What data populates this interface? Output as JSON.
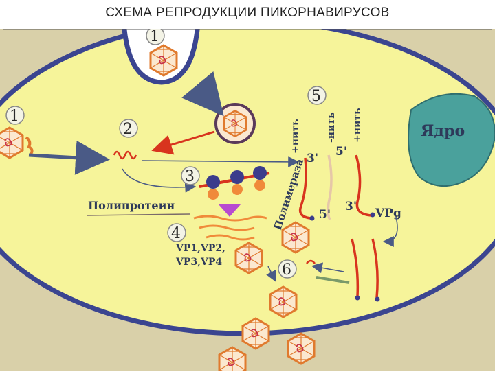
{
  "title": "СХЕМА РЕПРОДУКЦИИ ПИКОРНАВИРУСОВ",
  "steps": [
    "1",
    "1",
    "2",
    "3",
    "4",
    "5",
    "6"
  ],
  "labels": {
    "nucleus": "Ядро",
    "polyprotein": "Полипротеин",
    "polymerase": "Полимераза",
    "vp_line1": "VP1,VP2,",
    "vp_line2": "VP3,VP4",
    "plus_strand": "+нить",
    "minus_strand": "-нить",
    "three_prime": "3'",
    "five_prime": "5'",
    "vpg": "VPg"
  },
  "colors": {
    "cytoplasm": "#f6f49a",
    "membrane": "#3b4590",
    "nucleus": "#4aa19c",
    "rna": "#d8341e",
    "capsid": "#e07a2e",
    "arrow": "#4a5a86"
  }
}
